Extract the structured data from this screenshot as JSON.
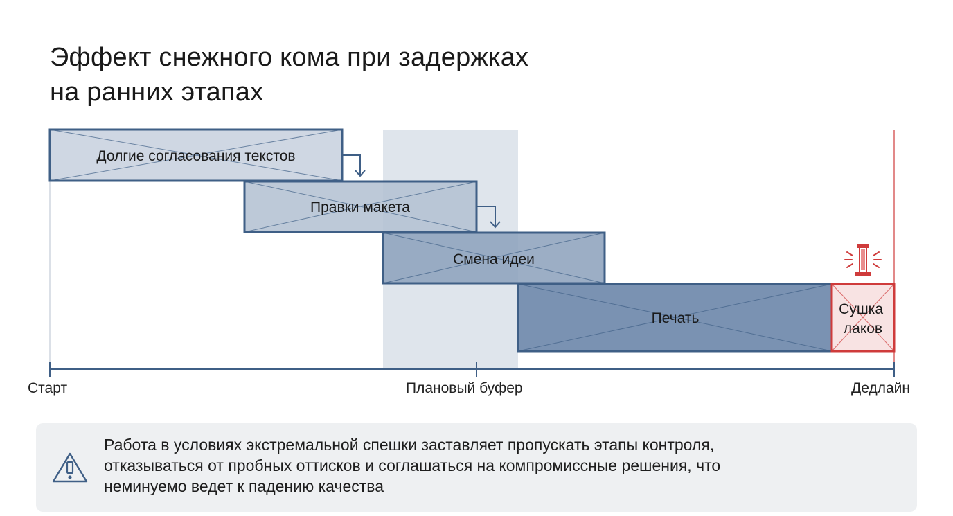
{
  "title": {
    "line1": "Эффект снежного кома при задержках",
    "line2": "на ранних этапах"
  },
  "stages": [
    {
      "id": "texts",
      "label": "Долгие согласования текстов",
      "color": "#c8d2df"
    },
    {
      "id": "layout",
      "label": "Правки макета",
      "color": "#b4c2d3"
    },
    {
      "id": "idea",
      "label": "Смена идеи",
      "color": "#8ea3bd"
    },
    {
      "id": "print",
      "label": "Печать",
      "color": "#7a92b2"
    },
    {
      "id": "drying",
      "label_lines": [
        "Сушка",
        "лаков"
      ],
      "color": "#f8e3e3",
      "border": "#cf3b3b"
    }
  ],
  "buffer_color": "#dfe5ec",
  "deadline_color": "#cf3b3b",
  "axis": {
    "start": "Старт",
    "buffer": "Плановый буфер",
    "deadline": "Дедлайн"
  },
  "icons": {
    "alert": "alarm-light-icon",
    "warning": "warning-triangle-icon"
  },
  "note": {
    "lines": [
      "Работа в условиях экстремальной спешки заставляет пропускать этапы контроля,",
      "отказываться от пробных оттисков и соглашаться на компромиссные решения, что",
      "неминуемо ведет к падению качества"
    ]
  }
}
